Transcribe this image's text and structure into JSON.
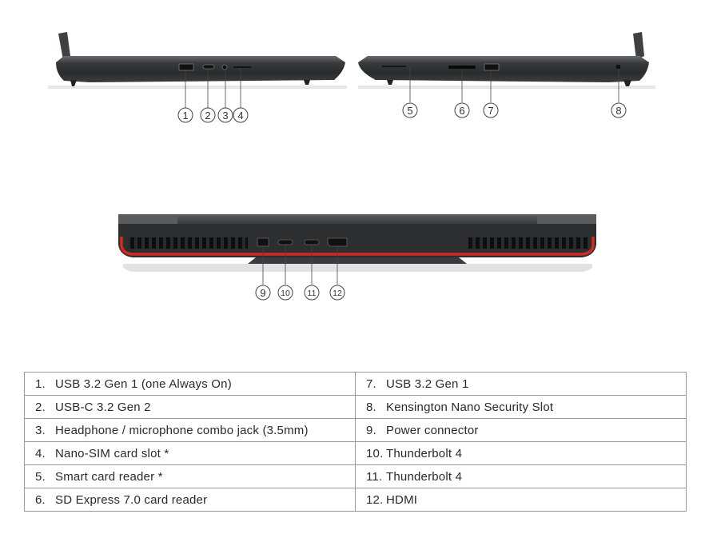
{
  "callouts": [
    "1",
    "2",
    "3",
    "4",
    "5",
    "6",
    "7",
    "8",
    "9",
    "10",
    "11",
    "12"
  ],
  "ports": [
    {
      "num": "1.",
      "name": "USB 3.2 Gen 1 (one Always On)"
    },
    {
      "num": "2.",
      "name": "USB-C 3.2 Gen 2"
    },
    {
      "num": "3.",
      "name": "Headphone / microphone combo jack (3.5mm)"
    },
    {
      "num": "4.",
      "name": "Nano-SIM card slot *"
    },
    {
      "num": "5.",
      "name": "Smart card reader *"
    },
    {
      "num": "6.",
      "name": "SD Express 7.0 card reader"
    },
    {
      "num": "7.",
      "name": "USB 3.2 Gen 1"
    },
    {
      "num": "8.",
      "name": "Kensington Nano Security Slot"
    },
    {
      "num": "9.",
      "name": "Power connector"
    },
    {
      "num": "10.",
      "name": "Thunderbolt 4"
    },
    {
      "num": "11.",
      "name": "Thunderbolt 4"
    },
    {
      "num": "12.",
      "name": "HDMI"
    }
  ],
  "colors": {
    "chassis": "#4a4b4e",
    "chassis_dark": "#2b2c2e",
    "accent_red": "#d32a22",
    "table_border": "#9a9a9a"
  }
}
